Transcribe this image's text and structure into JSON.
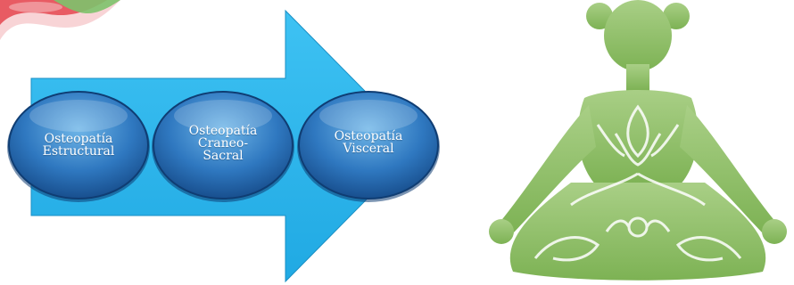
{
  "diagram": {
    "nodes": [
      {
        "id": "estructural",
        "label": "Osteopatía\nEstructural"
      },
      {
        "id": "craneo",
        "label": "Osteopatía\nCraneo-\nSacral"
      },
      {
        "id": "visceral",
        "label": "Osteopatía\nVisceral"
      }
    ],
    "colors": {
      "arrow": "#29b6ee",
      "arrow_edge": "#1a8fc4",
      "node_light": "#5fa9df",
      "node_dark": "#1d5b9c",
      "node_ring": "#0f3d73",
      "figure": "#8dbd63",
      "figure_light": "#b4d690",
      "corner_red": "#e5454f",
      "corner_green": "#7dc26b"
    },
    "icons": {
      "figure": "meditating-woman-icon",
      "decor": "corner-decoration"
    }
  }
}
